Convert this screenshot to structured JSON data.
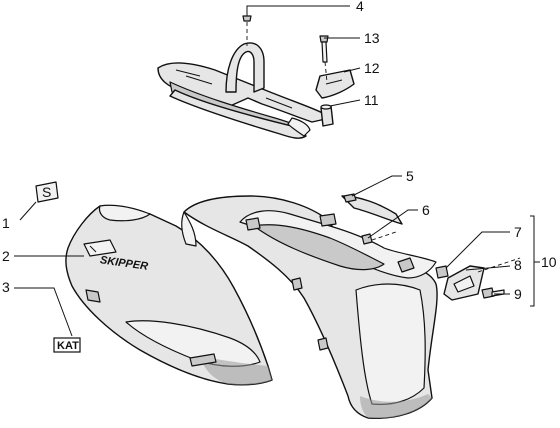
{
  "diagram": {
    "callouts": [
      {
        "id": "c1",
        "text": "1"
      },
      {
        "id": "c2",
        "text": "2"
      },
      {
        "id": "c3",
        "text": "3"
      },
      {
        "id": "c4",
        "text": "4"
      },
      {
        "id": "c5",
        "text": "5"
      },
      {
        "id": "c6",
        "text": "6"
      },
      {
        "id": "c7",
        "text": "7"
      },
      {
        "id": "c8",
        "text": "8"
      },
      {
        "id": "c9",
        "text": "9"
      },
      {
        "id": "c10",
        "text": "10"
      },
      {
        "id": "c11",
        "text": "11"
      },
      {
        "id": "c12",
        "text": "12"
      },
      {
        "id": "c13",
        "text": "13"
      }
    ],
    "kat_label": "KAT",
    "sticker_symbol": "S",
    "emblem_text": "SKIPPER"
  },
  "colors": {
    "ink": "#111111",
    "part_fill": "#e6e6e6",
    "background": "#ffffff"
  }
}
